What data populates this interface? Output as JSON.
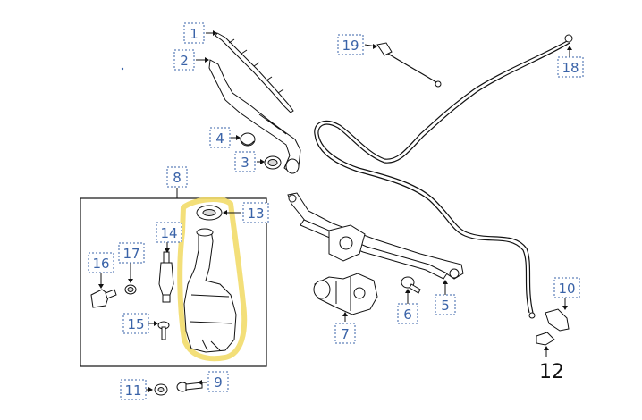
{
  "diagram": {
    "callouts": [
      {
        "id": "c1",
        "label": "1"
      },
      {
        "id": "c2",
        "label": "2"
      },
      {
        "id": "c3",
        "label": "3"
      },
      {
        "id": "c4",
        "label": "4"
      },
      {
        "id": "c5",
        "label": "5"
      },
      {
        "id": "c6",
        "label": "6"
      },
      {
        "id": "c7",
        "label": "7"
      },
      {
        "id": "c8",
        "label": "8"
      },
      {
        "id": "c9",
        "label": "9"
      },
      {
        "id": "c10",
        "label": "10"
      },
      {
        "id": "c11",
        "label": "11"
      },
      {
        "id": "c13",
        "label": "13"
      },
      {
        "id": "c14",
        "label": "14"
      },
      {
        "id": "c15",
        "label": "15"
      },
      {
        "id": "c16",
        "label": "16"
      },
      {
        "id": "c17",
        "label": "17"
      },
      {
        "id": "c18",
        "label": "18"
      },
      {
        "id": "c19",
        "label": "19"
      }
    ],
    "plain_label": "12",
    "colors": {
      "callout": "#3a63a8",
      "line": "#111111",
      "highlight": "#f2dc6a",
      "fill_gray": "#d9d9d9"
    }
  }
}
